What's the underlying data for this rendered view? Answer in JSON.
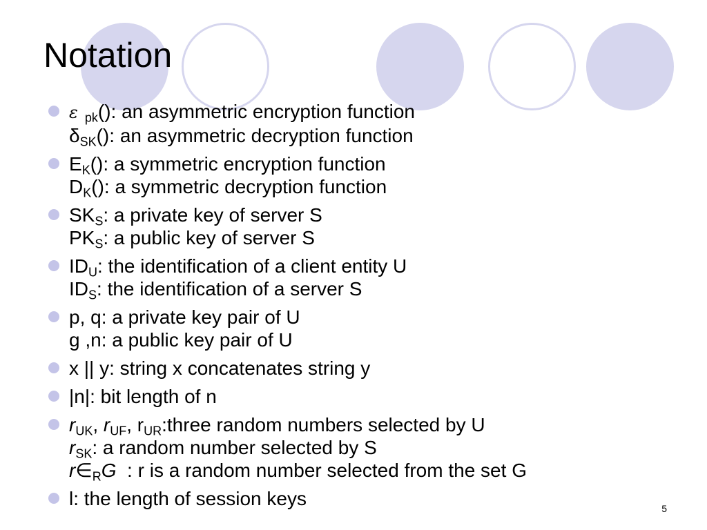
{
  "title": "Notation",
  "page_number": "5",
  "items": [
    {
      "l1": {
        "sym": "ε",
        "sub": "pk",
        "rest": "(): an asymmetric encryption function"
      },
      "l2": {
        "sym": "δ",
        "sub": "SK",
        "rest": "(): an asymmetric decryption function"
      }
    },
    {
      "l1": {
        "sym": "E",
        "sub": "K",
        "rest": "(): a symmetric encryption function"
      },
      "l2": {
        "sym": "D",
        "sub": "K",
        "rest": "(): a symmetric decryption function"
      }
    },
    {
      "l1": {
        "sym": "SK",
        "sub": "S",
        "rest": ": a private key of server S"
      },
      "l2": {
        "sym": "PK",
        "sub": "S",
        "rest": ": a public key of server S"
      }
    },
    {
      "l1": {
        "sym": "ID",
        "sub": "U",
        "rest": ": the identification of a client entity U"
      },
      "l2": {
        "sym": "ID",
        "sub": "S",
        "rest": ": the identification of a server S"
      }
    },
    {
      "l1": {
        "text": "p, q: a private key pair of U"
      },
      "l2": {
        "text": "g ,n: a public key pair of U"
      }
    },
    {
      "l1": {
        "text": "x || y: string x concatenates string y"
      }
    },
    {
      "l1": {
        "text": "|n|: bit length of n"
      }
    },
    {
      "l1": {
        "r1": "r",
        "s1": "UK",
        "c1": ", ",
        "r2": "r",
        "s2": "UF",
        "c2": ", ",
        "r3": "r",
        "s3": "UR",
        "rest": ":three random numbers selected by U"
      },
      "l2": {
        "sym": "r",
        "sub": "SK",
        "rest": ": a random number selected by S"
      },
      "l3": {
        "r": "r",
        "in": "∈",
        "sub": "R",
        "G": "G",
        "rest": "  : r is a random number selected from the set G"
      }
    },
    {
      "l1": {
        "text": "l: the length of session keys"
      }
    }
  ]
}
